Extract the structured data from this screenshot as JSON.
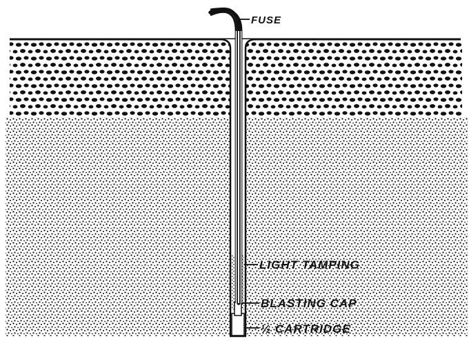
{
  "labels": {
    "fuse": "FUSE",
    "light_tamping": "LIGHT TAMPING",
    "blasting_cap": "BLASTING CAP",
    "cartridge": "½ CARTRIDGE"
  },
  "colors": {
    "ink": "#111111",
    "paper": "#ffffff"
  }
}
